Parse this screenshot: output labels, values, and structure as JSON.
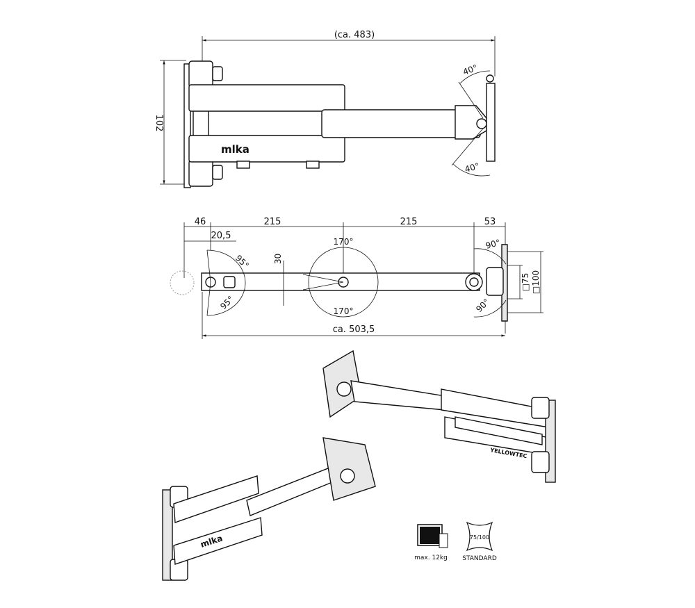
{
  "top_view": {
    "width_dim": "(ca. 483)",
    "height_dim": "102",
    "arm_brand": "mlka",
    "tilt_up": "40°",
    "tilt_down": "40°"
  },
  "side_view": {
    "dims_top": [
      "46",
      "215",
      "215",
      "53"
    ],
    "offset_dim": "20,5",
    "arm_height_dim": "30",
    "total_dim": "ca. 503,5",
    "wall_rotation_up": "95°",
    "wall_rotation_down": "95°",
    "mid_rotation_up": "170°",
    "mid_rotation_down": "170°",
    "head_rotation_up": "90°",
    "head_rotation_down": "90°",
    "vesa_small": "□75",
    "vesa_large": "□100"
  },
  "perspective": {
    "brand_label": "YELLOWTEC",
    "arm_brand": "mlka"
  },
  "badges": {
    "load_label": "max. 12kg",
    "vesa_label": "75/100",
    "vesa_caption": "STANDARD"
  }
}
